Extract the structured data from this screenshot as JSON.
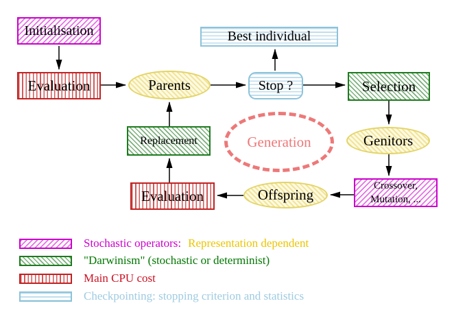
{
  "diagram": {
    "nodes": {
      "initialisation": {
        "label": "Initialisation"
      },
      "evaluation_top": {
        "label": "Evaluation"
      },
      "parents": {
        "label": "Parents"
      },
      "best_individual": {
        "label": "Best individual"
      },
      "stop": {
        "label": "Stop ?"
      },
      "selection": {
        "label": "Selection"
      },
      "genitors": {
        "label": "Genitors"
      },
      "crossover": {
        "line1": "Crossover,",
        "line2": "Mutation, ..."
      },
      "offspring": {
        "label": "Offspring"
      },
      "evaluation_bottom": {
        "label": "Evaluation"
      },
      "replacement": {
        "label": "Replacement"
      },
      "generation": {
        "label": "Generation"
      }
    }
  },
  "legend": {
    "items": [
      {
        "swatch": "magenta-hatch",
        "text": "Stochastic operators:",
        "text2": "Representation dependent"
      },
      {
        "swatch": "green-hatch",
        "text": "\"Darwinism\" (stochastic or determinist)"
      },
      {
        "swatch": "red-vertical-stripes",
        "text": "Main CPU cost"
      },
      {
        "swatch": "cyan-horizontal-stripes",
        "text": "Checkpointing: stopping criterion and statistics"
      }
    ]
  },
  "colors": {
    "magenta": "#cc00cc",
    "red": "#c22121",
    "green": "#1e7a1e",
    "cyan": "#8cc3da",
    "cyan_light": "#bfdeed",
    "yellow_border": "#e3d468",
    "yellow_fill": "#fdfae3",
    "yellow_hatch": "#f2e49a",
    "salmon": "#ee7878",
    "gold_text": "#edc500",
    "legend_green_text": "#007700",
    "legend_red_text": "#cc1122",
    "legend_cyan_text": "#9fcbe1",
    "arrow": "#000000"
  }
}
